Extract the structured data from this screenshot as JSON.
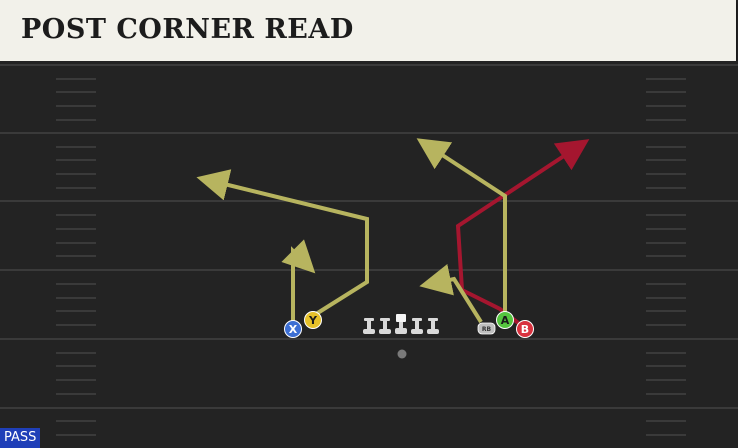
{
  "header": {
    "title": "POST CORNER READ"
  },
  "footer": {
    "play_type": "PASS"
  },
  "receivers": [
    {
      "id": "X",
      "label": "X",
      "color": "#3d6fd3"
    },
    {
      "id": "Y",
      "label": "Y",
      "color": "#e6c12a"
    },
    {
      "id": "A",
      "label": "A",
      "color": "#55c43f"
    },
    {
      "id": "B",
      "label": "B",
      "color": "#d8323f"
    },
    {
      "id": "RB",
      "label": "RB",
      "color": "#bfbfbf"
    }
  ],
  "colors": {
    "route_primary": "#b7b45f",
    "route_secondary": "#a5162f",
    "field": "#232323",
    "yard_line": "#3a3a3a",
    "lineman": "#d9d9d9",
    "title_banner": "#f2f1ea",
    "badge": "#1f3fb8"
  }
}
